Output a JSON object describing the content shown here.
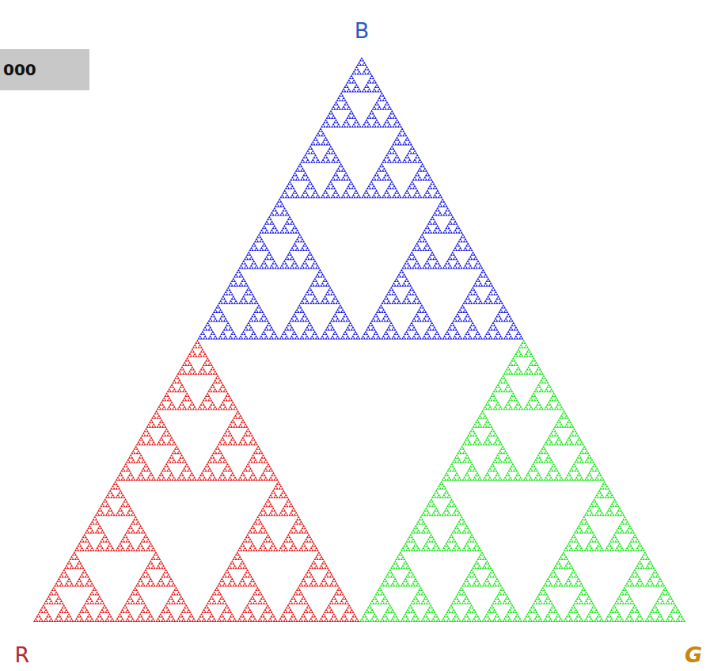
{
  "diagram": {
    "nodes": [
      {
        "text": [
          "000"
        ]
      }
    ],
    "labels": [
      "B",
      "R",
      "G"
    ]
  }
}
